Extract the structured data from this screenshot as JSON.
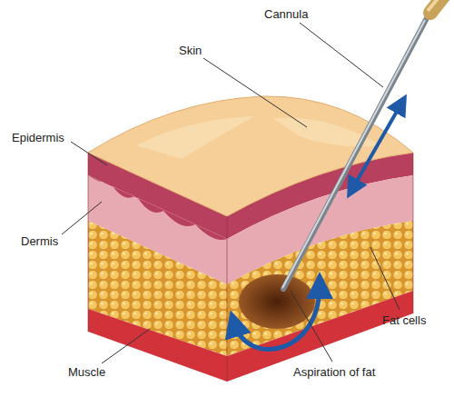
{
  "diagram": {
    "labels": [
      "Cannula",
      "Skin",
      "Epidermis",
      "Dermis",
      "Muscle",
      "Fat cells",
      "Aspiration of fat"
    ]
  }
}
